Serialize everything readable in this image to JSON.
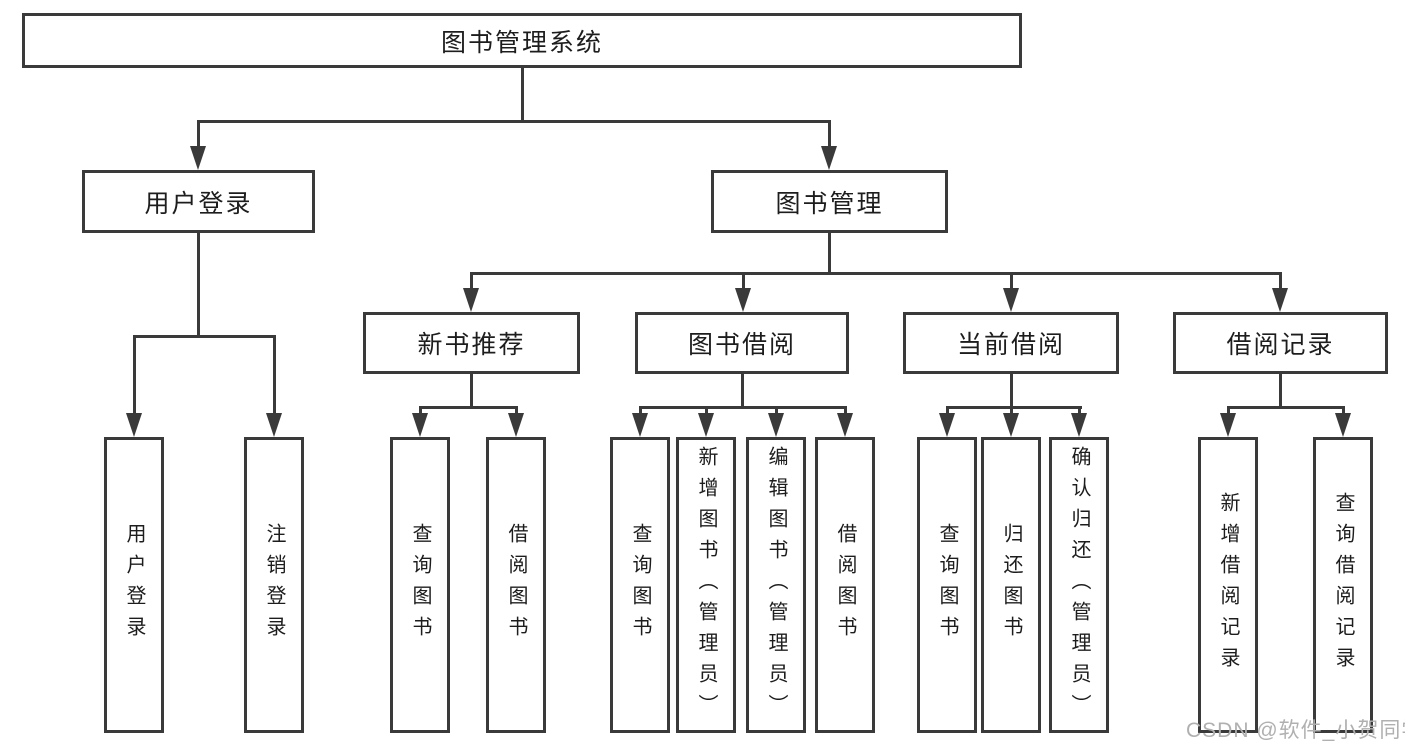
{
  "diagram": {
    "root": {
      "label": "图书管理系统"
    },
    "branches": [
      {
        "label": "用户登录",
        "children": [
          {
            "label": "用户登录"
          },
          {
            "label": "注销登录"
          }
        ]
      },
      {
        "label": "图书管理",
        "children": [
          {
            "label": "新书推荐",
            "children": [
              {
                "label": "查询图书"
              },
              {
                "label": "借阅图书"
              }
            ]
          },
          {
            "label": "图书借阅",
            "children": [
              {
                "label": "查询图书"
              },
              {
                "label": "新增图书（管理员）"
              },
              {
                "label": "编辑图书（管理员）"
              },
              {
                "label": "借阅图书"
              }
            ]
          },
          {
            "label": "当前借阅",
            "children": [
              {
                "label": "查询图书"
              },
              {
                "label": "归还图书"
              },
              {
                "label": "确认归还（管理员）"
              }
            ]
          },
          {
            "label": "借阅记录",
            "children": [
              {
                "label": "新增借阅记录"
              },
              {
                "label": "查询借阅记录"
              }
            ]
          }
        ]
      }
    ]
  },
  "watermark": {
    "text": "CSDN @软件_小贺同学"
  },
  "colors": {
    "line": "#3a3a3a",
    "text": "#1d1d1d",
    "background": "#ffffff",
    "watermark_text": "#b0b0b0"
  }
}
